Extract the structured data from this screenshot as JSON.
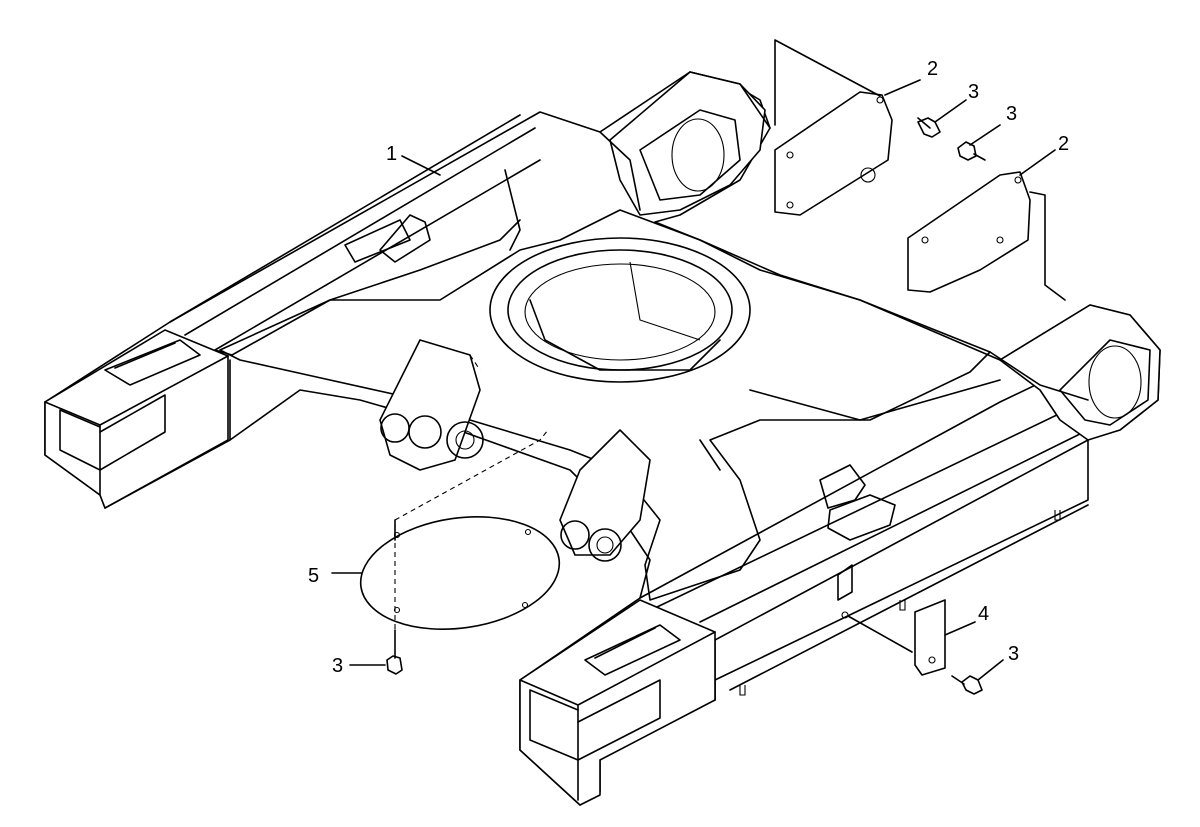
{
  "callouts": {
    "c1": "1",
    "c2a": "2",
    "c2b": "2",
    "c3a": "3",
    "c3b": "3",
    "c3c": "3",
    "c3d": "3",
    "c4": "4",
    "c5": "5"
  }
}
